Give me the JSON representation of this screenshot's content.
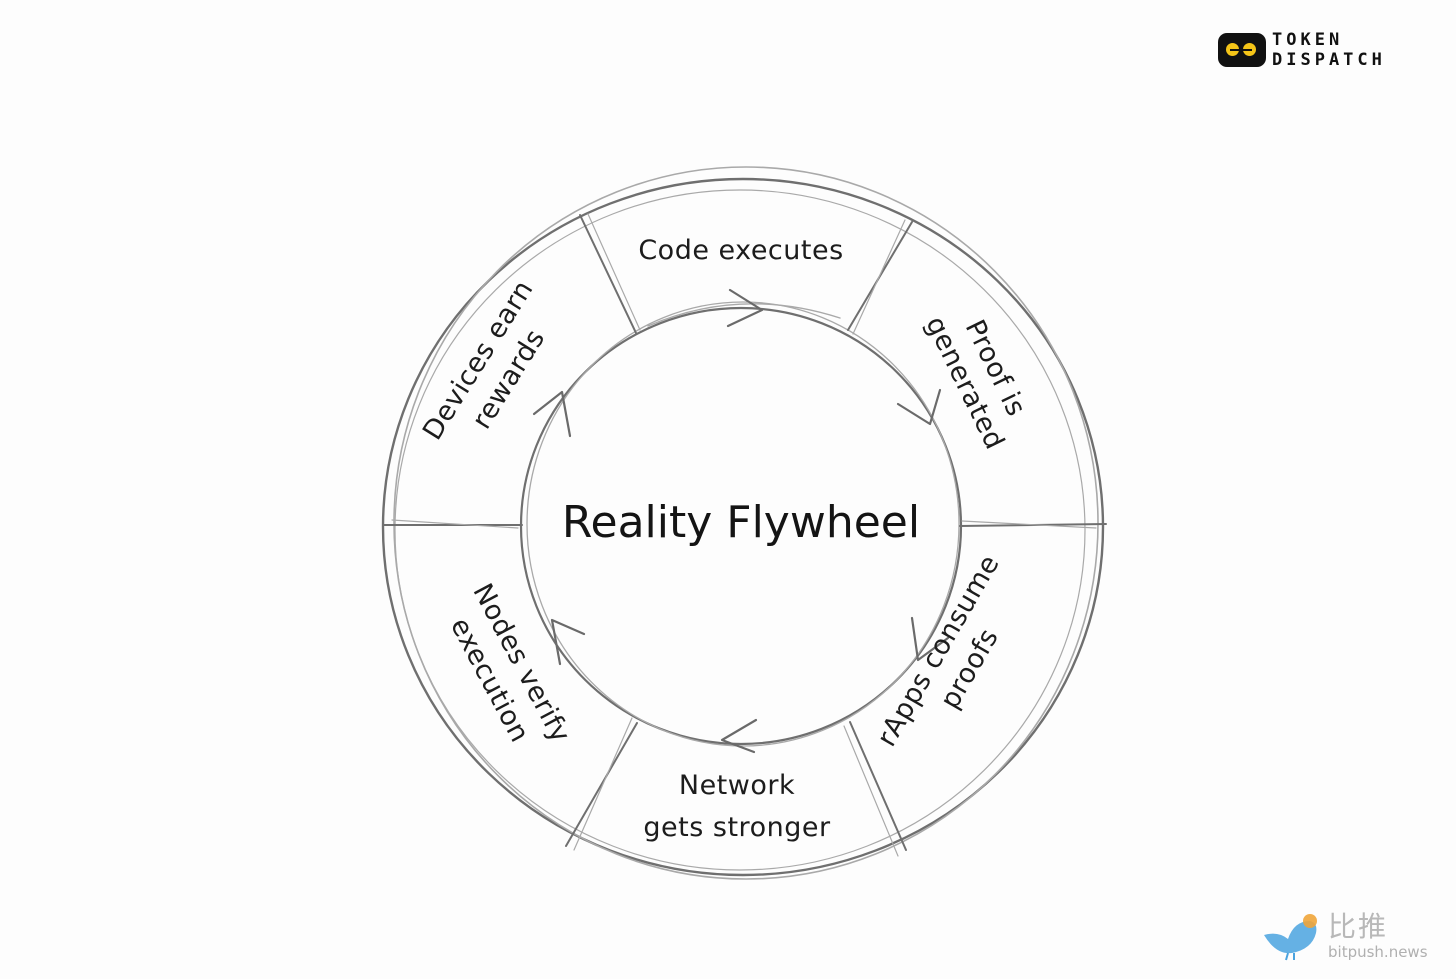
{
  "diagram": {
    "center_label": "Reality Flywheel",
    "segments": [
      {
        "id": "code",
        "lines": [
          "Code executes"
        ]
      },
      {
        "id": "proof",
        "lines": [
          "Proof is",
          "generated"
        ]
      },
      {
        "id": "rapps",
        "lines": [
          "rApps consume",
          "proofs"
        ]
      },
      {
        "id": "network",
        "lines": [
          "Network",
          "gets stronger"
        ]
      },
      {
        "id": "nodes",
        "lines": [
          "Nodes verify",
          "execution"
        ]
      },
      {
        "id": "devices",
        "lines": [
          "Devices earn",
          "rewards"
        ]
      }
    ],
    "flow_direction": "clockwise"
  },
  "logo": {
    "line1": "TOKEN",
    "line2": "DISPATCH"
  },
  "watermark": {
    "chinese": "比推",
    "site": "bitpush.news"
  },
  "colors": {
    "stroke": "#6f6f6f",
    "text": "#1c1c1c",
    "logo_accent": "#f5c518",
    "watermark_bird": "#4aa3df"
  }
}
